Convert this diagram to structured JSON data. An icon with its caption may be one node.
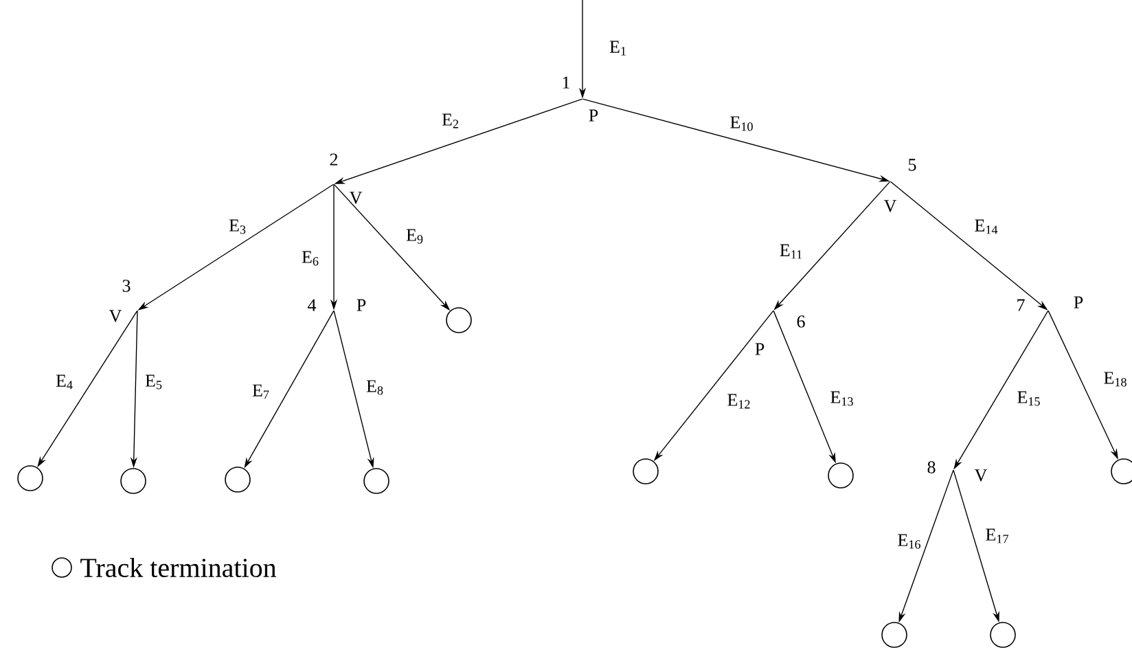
{
  "diagram": {
    "nodes": [
      {
        "text": [
          "1",
          "P"
        ]
      },
      {
        "text": [
          "2",
          "V"
        ]
      },
      {
        "text": [
          "5",
          "V"
        ]
      },
      {
        "text": [
          "3",
          "V"
        ]
      },
      {
        "text": [
          "4",
          "P"
        ]
      },
      {
        "text": [
          "6",
          "P"
        ]
      },
      {
        "text": [
          "7",
          "P"
        ]
      },
      {
        "text": [],
        "shape": "circle"
      },
      {
        "text": [],
        "shape": "circle"
      },
      {
        "text": [],
        "shape": "circle"
      },
      {
        "text": [],
        "shape": "circle"
      },
      {
        "text": [],
        "shape": "circle"
      },
      {
        "text": [],
        "shape": "circle"
      },
      {
        "text": [],
        "shape": "circle"
      },
      {
        "text": [],
        "shape": "circle"
      },
      {
        "text": [
          "8",
          "V"
        ]
      },
      {
        "text": [],
        "shape": "circle"
      },
      {
        "text": [],
        "shape": "circle"
      }
    ],
    "edges": [
      {
        "from": null,
        "to": 0,
        "arrow": "to",
        "label": "E$_{1}$"
      },
      {
        "from": 0,
        "to": 1,
        "arrow": "to",
        "label": "E$_{2}$"
      },
      {
        "from": 1,
        "to": 3,
        "arrow": "to",
        "label": "E$_{3}$"
      },
      {
        "from": 3,
        "to": 8,
        "arrow": "to",
        "label": "E$_{4}$"
      },
      {
        "from": 3,
        "to": 9,
        "arrow": "to",
        "label": "E$_{5}$"
      },
      {
        "from": 1,
        "to": 4,
        "arrow": "to",
        "label": "E$_{6}$"
      },
      {
        "from": 4,
        "to": 10,
        "arrow": "to",
        "label": "E$_{7}$"
      },
      {
        "from": 4,
        "to": 11,
        "arrow": "to",
        "label": "E$_{8}$"
      },
      {
        "from": 1,
        "to": 7,
        "arrow": "to",
        "label": "E$_{9}$"
      },
      {
        "from": 0,
        "to": 2,
        "arrow": "to",
        "label": "E$_{10}$"
      },
      {
        "from": 2,
        "to": 5,
        "arrow": "to",
        "label": "E$_{11}$"
      },
      {
        "from": 5,
        "to": 12,
        "arrow": "to",
        "label": "E$_{12}$"
      },
      {
        "from": 5,
        "to": 13,
        "arrow": "to",
        "label": "E$_{13}$"
      },
      {
        "from": 2,
        "to": 6,
        "arrow": "to",
        "label": "E$_{14}$"
      },
      {
        "from": 6,
        "to": 15,
        "arrow": "to",
        "label": "E$_{15}$"
      },
      {
        "from": 15,
        "to": 16,
        "arrow": "to",
        "label": "E$_{16}$"
      },
      {
        "from": 15,
        "to": 17,
        "arrow": "to",
        "label": "E$_{17}$"
      },
      {
        "from": 6,
        "to": 14,
        "arrow": "to",
        "label": "E$_{18}$"
      }
    ],
    "legend": [
      {
        "text": "Track termination"
      }
    ]
  }
}
